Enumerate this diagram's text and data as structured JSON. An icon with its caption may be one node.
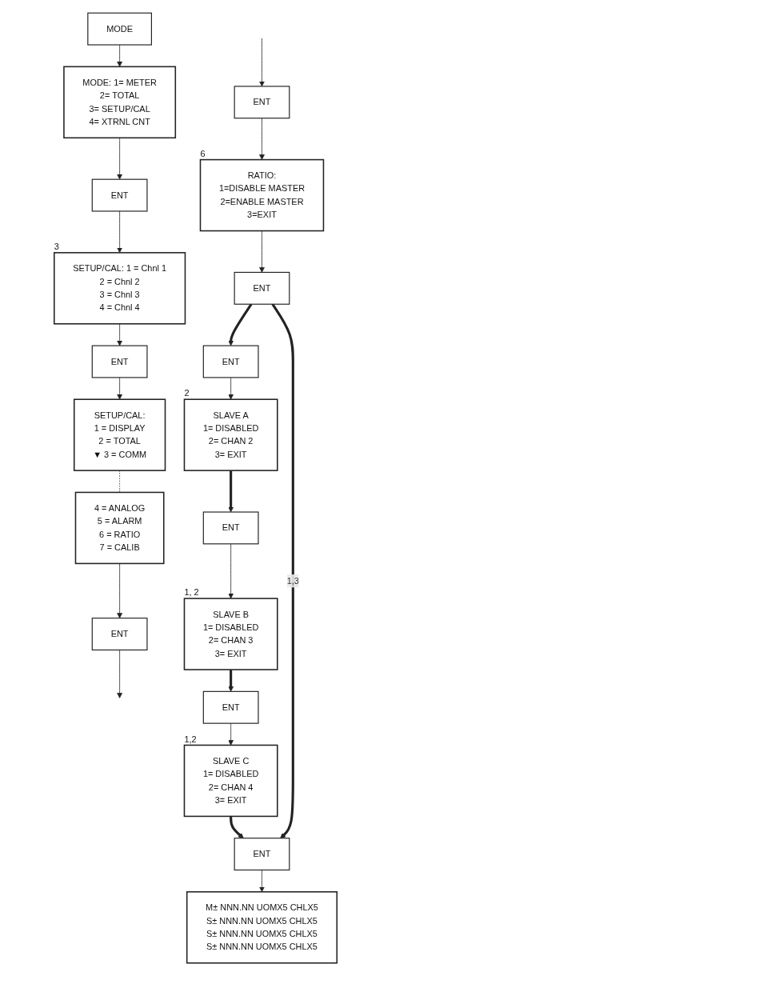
{
  "diagram": {
    "nodes": [
      {
        "text": [
          "MODE"
        ]
      },
      {
        "text": [
          "MODE: 1= METER",
          "2= TOTAL",
          "3= SETUP/CAL",
          "4= XTRNL CNT"
        ]
      },
      {
        "text": [
          "ENT"
        ]
      },
      {
        "text": [
          "SETUP/CAL: 1 = Chnl 1",
          "2 = Chnl 2",
          "3 = Chnl 3",
          "4 = Chnl 4"
        ],
        "beside": [
          "3"
        ]
      },
      {
        "text": [
          "ENT"
        ]
      },
      {
        "text": [
          "SETUP/CAL:",
          "1 = DISPLAY",
          "2 = TOTAL",
          "▼ 3 = COMM"
        ]
      },
      {
        "text": [
          "4 = ANALOG",
          "5 = ALARM",
          "6 = RATIO",
          "7 = CALIB"
        ]
      },
      {
        "text": [
          "ENT"
        ]
      },
      {
        "text": [
          "ENT"
        ]
      },
      {
        "text": [
          "RATIO:",
          "1=DISABLE MASTER",
          "2=ENABLE MASTER",
          "3=EXIT"
        ],
        "beside": [
          "6"
        ]
      },
      {
        "text": [
          "ENT"
        ]
      },
      {
        "text": [
          "ENT"
        ]
      },
      {
        "text": [
          "SLAVE A",
          "1= DISABLED",
          "2= CHAN 2",
          "3= EXIT"
        ],
        "beside": [
          "2"
        ]
      },
      {
        "text": [
          "ENT"
        ]
      },
      {
        "text": [
          "SLAVE B",
          "1= DISABLED",
          "2= CHAN 3",
          "3= EXIT"
        ],
        "beside": [
          "1, 2"
        ]
      },
      {
        "text": [
          "ENT"
        ]
      },
      {
        "text": [
          "SLAVE C",
          "1= DISABLED",
          "2= CHAN 4",
          "3= EXIT"
        ],
        "beside": [
          "1,2"
        ]
      },
      {
        "text": [
          "ENT"
        ]
      },
      {
        "text": [
          "M± NNN.NN UOMX5 CHLX5",
          "S± NNN.NN UOMX5 CHLX5",
          "S± NNN.NN UOMX5 CHLX5",
          "S± NNN.NN UOMX5 CHLX5"
        ]
      }
    ],
    "edges": [
      {
        "from": 0,
        "to": 1,
        "arrow": "to"
      },
      {
        "from": 1,
        "to": 2,
        "arrow": "to"
      },
      {
        "from": 2,
        "to": 3,
        "arrow": "to"
      },
      {
        "from": 3,
        "to": 4,
        "arrow": "to"
      },
      {
        "from": 4,
        "to": 5,
        "arrow": "to"
      },
      {
        "from": 5,
        "to": 6,
        "arrow": "none",
        "style": "dashed"
      },
      {
        "from": 6,
        "to": 7,
        "arrow": "to"
      },
      {
        "from": 7,
        "to": null,
        "arrow": "to"
      },
      {
        "from": null,
        "to": 8,
        "arrow": "to"
      },
      {
        "from": 8,
        "to": 9,
        "arrow": "to"
      },
      {
        "from": 9,
        "to": 10,
        "arrow": "to"
      },
      {
        "from": 10,
        "to": 11,
        "arrow": "to",
        "style": "thick"
      },
      {
        "from": 11,
        "to": 12,
        "arrow": "to"
      },
      {
        "from": 12,
        "to": 13,
        "arrow": "to",
        "style": "thick"
      },
      {
        "from": 13,
        "to": 14,
        "arrow": "to"
      },
      {
        "from": 14,
        "to": 15,
        "arrow": "to",
        "style": "thick"
      },
      {
        "from": 15,
        "to": 16,
        "arrow": "to"
      },
      {
        "from": 16,
        "to": 17,
        "arrow": "to",
        "style": "thick"
      },
      {
        "from": 10,
        "to": 17,
        "label": "1,3",
        "arrow": "to",
        "style": "thick"
      },
      {
        "from": 17,
        "to": 18,
        "arrow": "to"
      }
    ]
  }
}
